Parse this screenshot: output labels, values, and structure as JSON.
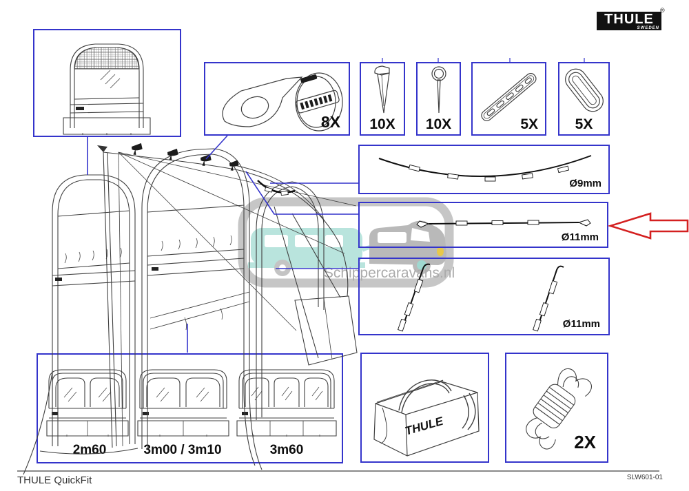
{
  "logo": {
    "brand": "THULE",
    "country": "SWEDEN",
    "registered": "®"
  },
  "parts": {
    "clamp_kit": {
      "qty": "8X"
    },
    "peg": {
      "qty": "10X"
    },
    "ring_peg": {
      "qty": "10X"
    },
    "ladder_strap": {
      "qty": "5X"
    },
    "oval_ring": {
      "qty": "5X"
    },
    "curved_roof_pole": {
      "diameter": "Ø9mm"
    },
    "straight_front_pole": {
      "diameter": "Ø11mm"
    },
    "upright_poles": {
      "diameter": "Ø11mm"
    },
    "guy_rope": {
      "qty": "2X"
    },
    "storage_bag": {
      "brand": "THULE"
    }
  },
  "sizes": {
    "labels": [
      "2m60",
      "3m00 / 3m10",
      "3m60"
    ]
  },
  "watermark": {
    "text": "Schippercaravans.nl"
  },
  "footer": {
    "product": "THULE QuickFit",
    "code": "SLW601-01"
  },
  "colors": {
    "box_border": "#3434cb",
    "line_art": "#3f3f3f",
    "highlight_arrow": "#d42020",
    "watermark_teal": "#b9e4dd",
    "watermark_gray": "#bcbcbc",
    "logo_bg": "#111111"
  }
}
